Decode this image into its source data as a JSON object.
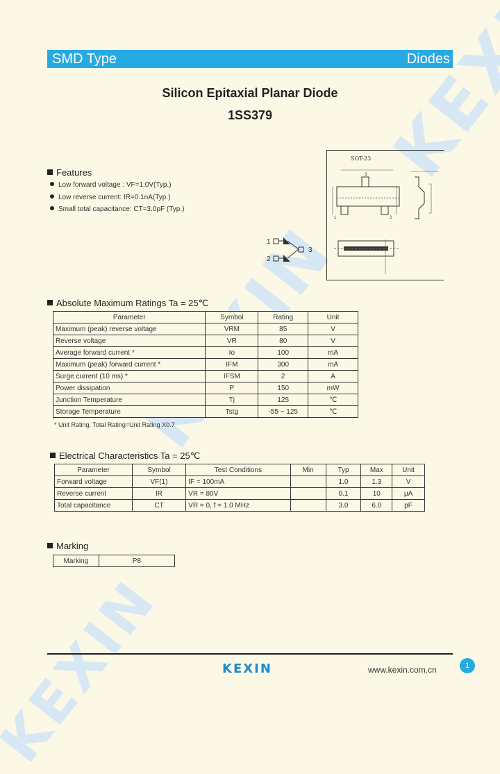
{
  "header": {
    "left": "SMD Type",
    "right": "Diodes"
  },
  "title": {
    "line1": "Silicon Epitaxial Planar Diode",
    "line2": "1SS379"
  },
  "watermark": "KEXIN",
  "features": {
    "heading": "Features",
    "items": [
      "Low forward voltage : VF=1.0V(Typ.)",
      "Low reverse current: IR=0.1nA(Typ.)",
      "Small total capacitance: CT=3.0pF (Typ.)"
    ]
  },
  "package": {
    "name": "SOT-23",
    "pins": [
      "1",
      "2",
      "3"
    ]
  },
  "abs_max": {
    "heading": "Absolute Maximum Ratings Ta = 25℃",
    "headers": [
      "Parameter",
      "Symbol",
      "Rating",
      "Unit"
    ],
    "rows": [
      [
        "Maximum (peak) reverse voltage",
        "VRM",
        "85",
        "V"
      ],
      [
        "Reverse voltage",
        "VR",
        "80",
        "V"
      ],
      [
        "Average forward current *",
        "Io",
        "100",
        "mA"
      ],
      [
        "Maximum (peak) forward current *",
        "IFM",
        "300",
        "mA"
      ],
      [
        "Surge current (10 ms) *",
        "IFSM",
        "2",
        "A"
      ],
      [
        "Power dissipation",
        "P",
        "150",
        "mW"
      ],
      [
        "Junction Temperature",
        "Tj",
        "125",
        "℃"
      ],
      [
        "Storage Temperature",
        "Tstg",
        "-55 ~ 125",
        "℃"
      ]
    ],
    "note": "* Unit Rating. Total Rating=Unit Rating X0.7"
  },
  "elec": {
    "heading": "Electrical Characteristics Ta = 25℃",
    "headers": [
      "Parameter",
      "Symbol",
      "Test Conditions",
      "Min",
      "Typ",
      "Max",
      "Unit"
    ],
    "rows": [
      [
        "Forward voltage",
        "VF(1)",
        "IF = 100mA",
        "",
        "1.0",
        "1.3",
        "V"
      ],
      [
        "Reverse current",
        "IR",
        "VR = 80V",
        "",
        "0.1",
        "10",
        "μA"
      ],
      [
        "Total capacitance",
        "CT",
        "VR = 0, f = 1.0 MHz",
        "",
        "3.0",
        "6.0",
        "pF"
      ]
    ]
  },
  "marking": {
    "heading": "Marking",
    "label": "Marking",
    "value": "P8"
  },
  "footer": {
    "logo": "KEXIN",
    "url": "www.kexin.com.cn",
    "page": "1"
  }
}
